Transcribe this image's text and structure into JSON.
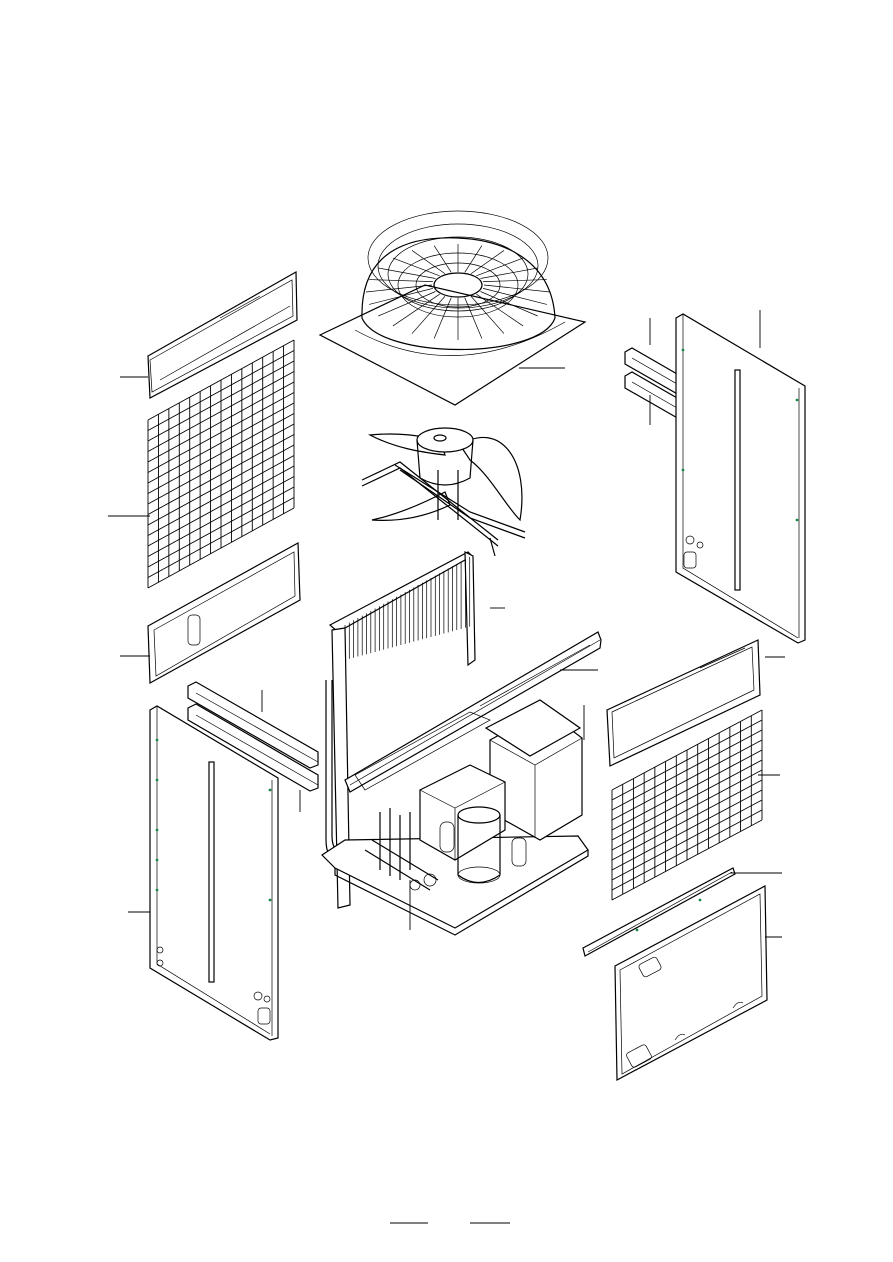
{
  "figure": {
    "type": "exploded-view",
    "parts": [
      "top-grille-frame",
      "left-guard-grid",
      "left-lower-panel",
      "left-brace-pair",
      "left-side-panel",
      "fan-orifice-top",
      "fan-motor-assembly",
      "condenser-coil",
      "top-brace-rail",
      "compressor-base-assembly",
      "right-side-panel",
      "right-brace-pair",
      "right-front-panel",
      "right-guard-grid",
      "base-rail",
      "service-panel"
    ],
    "callout_count": 18,
    "footer_blank_lines": 2
  },
  "colors": {
    "line": "#000000",
    "accent_dots": "#1a8a4a",
    "background": "#ffffff"
  }
}
